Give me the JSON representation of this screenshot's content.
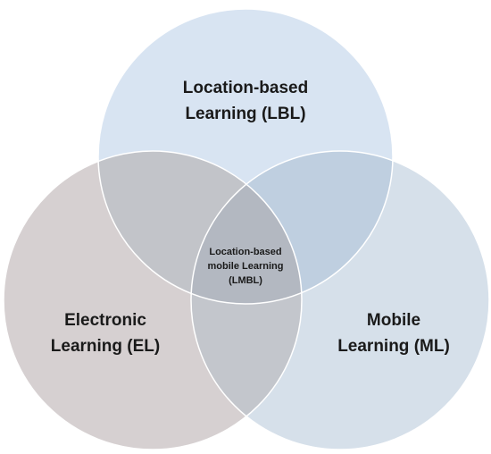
{
  "diagram": {
    "type": "venn",
    "sets": [
      {
        "id": "lbl",
        "lines": [
          "Location-based",
          "Learning (LBL)"
        ],
        "color": "#d8e4f2"
      },
      {
        "id": "el",
        "lines": [
          "Electronic",
          "Learning (EL)"
        ],
        "color": "#d6d0d1"
      },
      {
        "id": "ml",
        "lines": [
          "Mobile",
          "Learning (ML)"
        ],
        "color": "#d6e0ea"
      }
    ],
    "intersection": {
      "lines": [
        "Location-based",
        "mobile Learning",
        "(LMBL)"
      ]
    },
    "outline_color": "#ffffff"
  }
}
